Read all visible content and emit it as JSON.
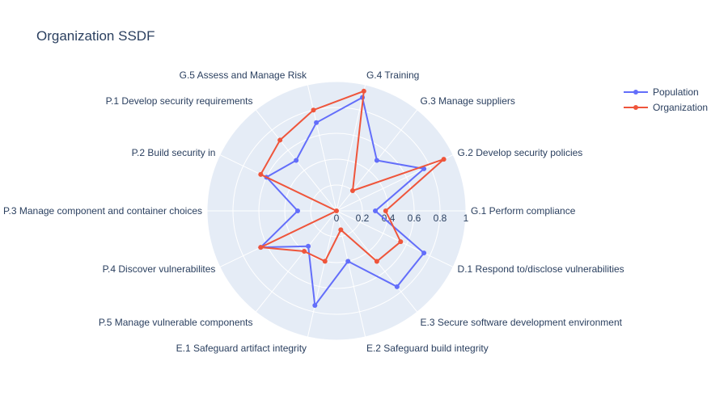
{
  "chart_data": {
    "type": "radar",
    "title": "Organization SSDF",
    "categories": [
      "G.1 Perform compliance",
      "G.2 Develop security policies",
      "G.3 Manage suppliers",
      "G.4 Training",
      "G.5 Assess and Manage Risk",
      "P.1 Develop security requirements",
      "P.2 Build security in",
      "P.3 Manage component and container choices",
      "P.4 Discover vulnerabilites",
      "P.5 Manage vulnerable components",
      "E.1 Safeguard artifact integrity",
      "E.2 Safeguard build integrity",
      "E.3 Secure software development environment",
      "D.1 Respond to/disclose vulnerabilities"
    ],
    "radial_ticks": [
      "0",
      "0.2",
      "0.4",
      "0.6",
      "0.8",
      "1"
    ],
    "radial_range": [
      0,
      1
    ],
    "legend_position": "top-right",
    "series": [
      {
        "name": "Population",
        "color": "#636efa",
        "values": [
          0.3,
          0.75,
          0.5,
          0.9,
          0.7,
          0.5,
          0.6,
          0.3,
          0.65,
          0.35,
          0.75,
          0.4,
          0.75,
          0.75
        ]
      },
      {
        "name": "Organization",
        "color": "#ef553b",
        "values": [
          0.38,
          0.92,
          0.2,
          0.95,
          0.8,
          0.7,
          0.65,
          0.0,
          0.65,
          0.4,
          0.4,
          0.15,
          0.5,
          0.55
        ]
      }
    ]
  }
}
